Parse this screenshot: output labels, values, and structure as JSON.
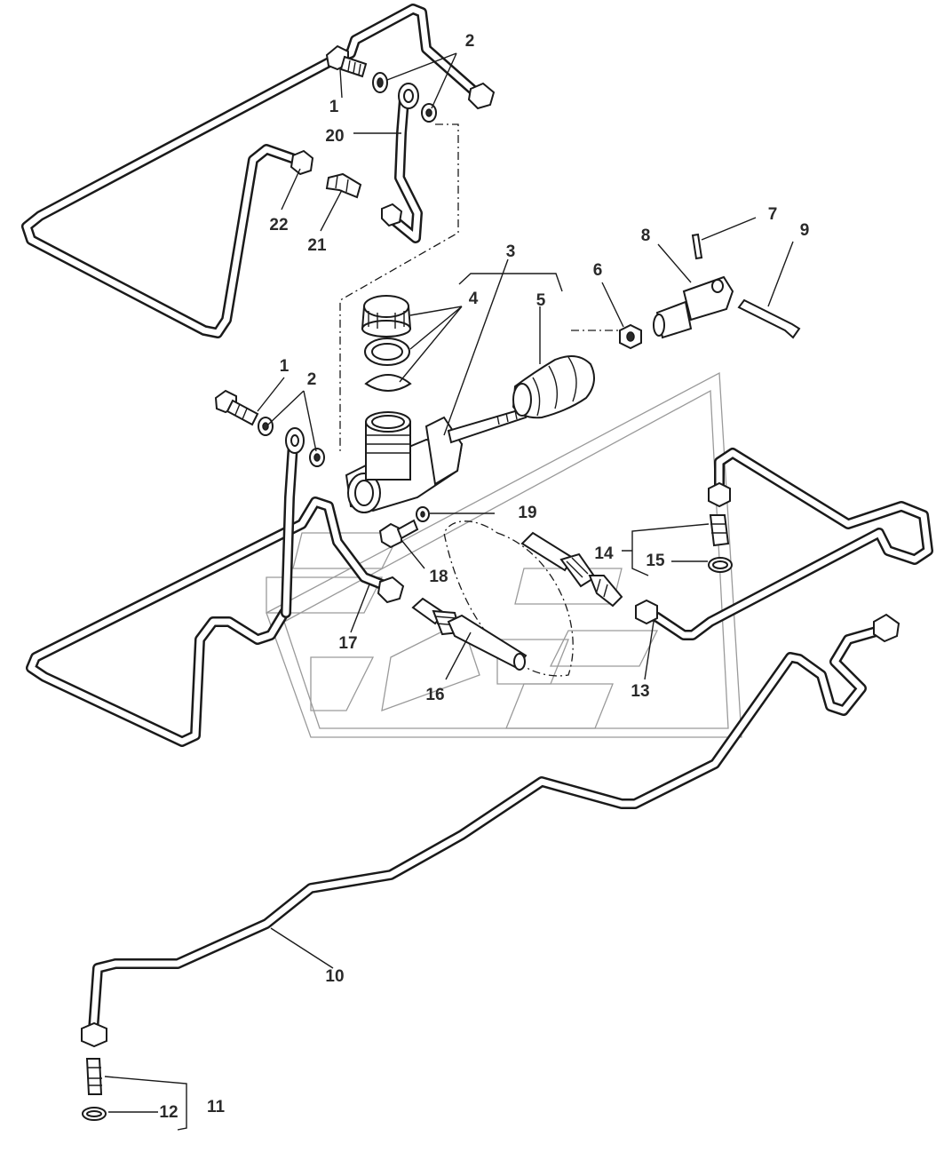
{
  "diagram": {
    "callouts": {
      "c1a": "1",
      "c2a": "2",
      "c20": "20",
      "c22": "22",
      "c21": "21",
      "c3": "3",
      "c4": "4",
      "c5": "5",
      "c6": "6",
      "c7": "7",
      "c8": "8",
      "c9": "9",
      "c1b": "1",
      "c2b": "2",
      "c19": "19",
      "c14": "14",
      "c15": "15",
      "c18": "18",
      "c17": "17",
      "c16": "16",
      "c13": "13",
      "c10": "10",
      "c11": "11",
      "c12": "12"
    },
    "colors": {
      "line": "#1a1a1a",
      "label": "#2a2a2a",
      "watermark": "#9a9a9a",
      "background": "#ffffff"
    }
  }
}
